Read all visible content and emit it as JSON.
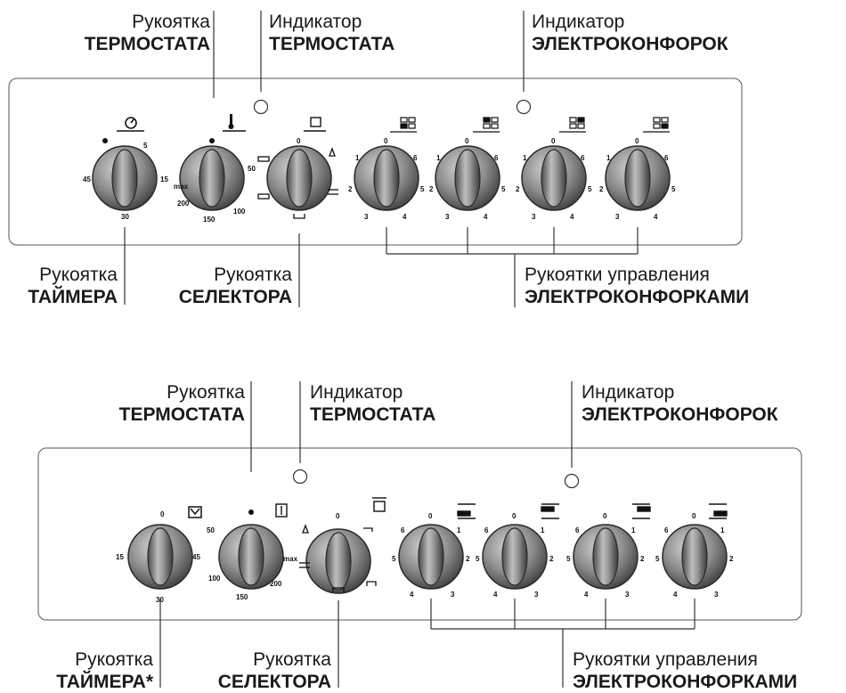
{
  "top_panel": {
    "labels": {
      "thermostat_knob": {
        "line1": "Рукоятка",
        "line2": "ТЕРМОСТАТА"
      },
      "thermostat_indicator": {
        "line1": "Индикатор",
        "line2": "ТЕРМОСТАТА"
      },
      "hotplate_indicator": {
        "line1": "Индикатор",
        "line2": "ЭЛЕКТРОКОНФОРОК"
      },
      "timer_knob": {
        "line1": "Рукоятка",
        "line2": "ТАЙМЕРА"
      },
      "selector_knob": {
        "line1": "Рукоятка",
        "line2": "СЕЛЕКТОРА"
      },
      "hotplate_knobs": {
        "line1": "Рукоятки управления",
        "line2": "ЭЛЕКТРОКОНФОРКАМИ"
      }
    },
    "timer_scale": [
      "5",
      "15",
      "30",
      "45"
    ],
    "thermostat_scale": [
      "50",
      "100",
      "150",
      "200",
      "max"
    ],
    "selector_scale": [
      "0"
    ],
    "hotplate_scale": [
      "0",
      "1",
      "2",
      "3",
      "4",
      "5",
      "6"
    ]
  },
  "bottom_panel": {
    "labels": {
      "thermostat_knob": {
        "line1": "Рукоятка",
        "line2": "ТЕРМОСТАТА"
      },
      "thermostat_indicator": {
        "line1": "Индикатор",
        "line2": "ТЕРМОСТАТА"
      },
      "hotplate_indicator": {
        "line1": "Индикатор",
        "line2": "ЭЛЕКТРОКОНФОРОК"
      },
      "timer_knob": {
        "line1": "Рукоятка",
        "line2": "ТАЙМЕРА*"
      },
      "selector_knob": {
        "line1": "Рукоятка",
        "line2": "СЕЛЕКТОРА"
      },
      "hotplate_knobs": {
        "line1": "Рукоятки управления",
        "line2": "ЭЛЕКТРОКОНФОРКАМИ"
      }
    },
    "timer_scale": [
      "0",
      "15",
      "30",
      "45"
    ],
    "thermostat_scale": [
      "50",
      "100",
      "150",
      "200",
      "max"
    ],
    "selector_scale": [
      "0"
    ],
    "hotplate_scale": [
      "0",
      "1",
      "2",
      "3",
      "4",
      "5",
      "6"
    ]
  }
}
